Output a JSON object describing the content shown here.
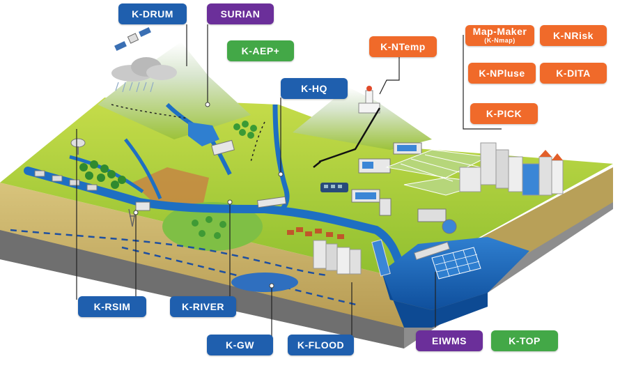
{
  "labels": {
    "k_drum": "K-DRUM",
    "surian": "SURIAN",
    "k_aep_plus": "K-AEP+",
    "k_hq": "K-HQ",
    "k_ntemp": "K-NTemp",
    "map_maker": "Map-Maker",
    "map_maker_sub": "(K-Nmap)",
    "k_nrisk": "K-NRisk",
    "k_npluse": "K-NPluse",
    "k_dita": "K-DITA",
    "k_pick": "K-PICK",
    "k_rsim": "K-RSIM",
    "k_river": "K-RIVER",
    "k_gw": "K-GW",
    "k_flood": "K-FLOOD",
    "eiwms": "EIWMS",
    "k_top": "K-TOP"
  },
  "colors": {
    "blue_tag": "#1f5fae",
    "purple_tag": "#6b2f9a",
    "green_tag": "#43a847",
    "orange_tag": "#f06a2a",
    "land": "#a6c83a",
    "water": "#1e6fc2",
    "soil": "#c9b26a",
    "bedrock": "#8a8a8a"
  }
}
